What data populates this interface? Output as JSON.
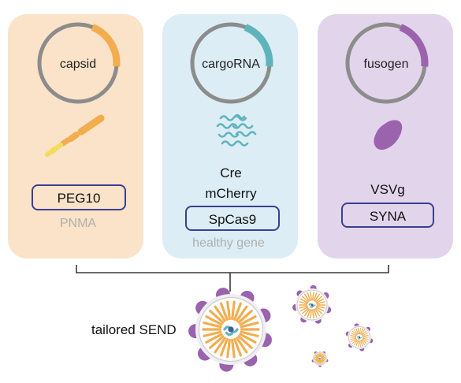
{
  "colors": {
    "capsid_panel": "#fae3c8",
    "capsid_accent": "#f2ad4e",
    "cargo_panel": "#dcedf5",
    "cargo_accent": "#5fb4bc",
    "fusogen_panel": "#e2d4ea",
    "fusogen_accent": "#9b63ad",
    "plasmid_ring": "#8c8c8c",
    "box_outline": "#3a3f8f",
    "muted_text": "#b0b0b0",
    "connector": "#3a3a3a",
    "particle_orange": "#f2ad4e",
    "particle_purple": "#9b63ad",
    "particle_teal": "#5fb4bc",
    "leaf_yellow": "#f3dc5c"
  },
  "panels": {
    "capsid": {
      "plasmid_label": "capsid",
      "boxed_item": "PEG10",
      "muted_item": "PNMA",
      "icon": "protein-chain-icon"
    },
    "cargo": {
      "plasmid_label": "cargoRNA",
      "plain_items": [
        "Cre",
        "mCherry"
      ],
      "boxed_item": "SpCas9",
      "muted_item": "healthy gene",
      "icon": "rna-strands-icon"
    },
    "fusogen": {
      "plasmid_label": "fusogen",
      "plain_items": [
        "VSVg"
      ],
      "boxed_item": "SYNA",
      "icon": "fusogen-protein-icon"
    }
  },
  "result": {
    "label": "tailored SEND",
    "icon": "send-particle-icon"
  }
}
